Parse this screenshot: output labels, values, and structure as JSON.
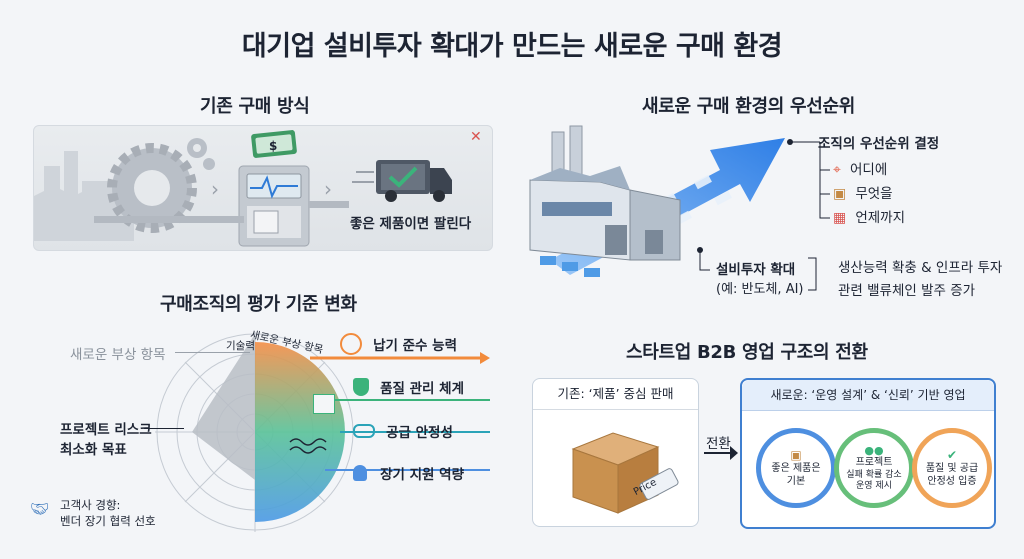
{
  "title": "대기업 설비투자 확대가 만드는 새로운 구매 환경",
  "legacy": {
    "heading": "기존 구매 방식",
    "caption": "좋은 제품이면 팔린다",
    "close_symbol": "✕",
    "money_symbol": "$"
  },
  "priority": {
    "heading": "새로운 구매 환경의 우선순위",
    "decision_label": "조직의 우선순위 결정",
    "items": [
      "어디에",
      "무엇을",
      "언제까지"
    ],
    "capex_label": "설비투자 확대",
    "capex_example": "(예: 반도체, AI)",
    "capex_effects": [
      "생산능력 확충 & 인프라 투자",
      "관련 밸류체인 발주 증가"
    ]
  },
  "evaluation": {
    "heading": "구매조직의 평가 기준 변화",
    "new_axis_label": "새로운 부상 항목",
    "tech_label": "기술력",
    "arc_label": "새로운 부상 항목",
    "goal_label_1": "프로젝트 리스크",
    "goal_label_2": "최소화 목표",
    "customer_trend_1": "고객사 경향:",
    "customer_trend_2": "벤더 장기 협력 선호",
    "criteria": [
      "납기 준수 능력",
      "품질 관리 체계",
      "공급 안정성",
      "장기 지원 역량"
    ]
  },
  "b2b": {
    "heading": "스타트업 B2B 영업 구조의 전환",
    "old_box_title": "기존: ‘제품’ 중심 판매",
    "price_tag": "Price",
    "transition": "전환",
    "new_box_title": "새로운: ‘운영 설계’ & ‘신뢰’ 기반 영업",
    "steps": [
      {
        "lines": [
          "좋은 제품은",
          "기본"
        ]
      },
      {
        "lines": [
          "프로젝트",
          "실패 확률 감소",
          "운영 제시"
        ]
      },
      {
        "lines": [
          "품질 및 공급",
          "안정성 입증"
        ]
      }
    ]
  },
  "colors": {
    "arrow_blue": "#3f8ef0",
    "orange": "#f28b3c",
    "green": "#3bb37b",
    "teal": "#2aa3b8",
    "ring_blue": "#4e8fe0",
    "ring_green": "#67bf7a",
    "ring_orange": "#f0a458"
  }
}
